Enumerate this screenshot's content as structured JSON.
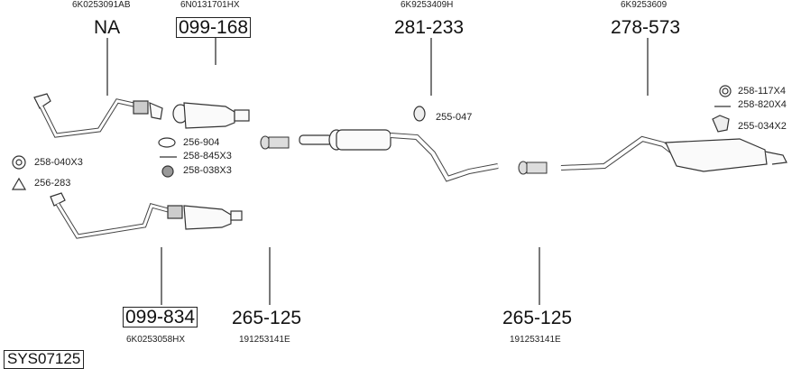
{
  "system_code": "SYS07125",
  "callouts": [
    {
      "id": "front-pipe-upper",
      "oem": "6K0253091AB",
      "part": "NA",
      "boxed": false
    },
    {
      "id": "catalyst-upper",
      "oem": "6N0131701HX",
      "part": "099-168",
      "boxed": true
    },
    {
      "id": "center-silencer",
      "oem": "6K9253409H",
      "part": "281-233",
      "boxed": false
    },
    {
      "id": "rear-silencer",
      "oem": "6K9253609",
      "part": "278-573",
      "boxed": false
    },
    {
      "id": "catalyst-lower",
      "oem": "6K0253058HX",
      "part": "099-834",
      "boxed": true
    },
    {
      "id": "clamp-left",
      "oem": "191253141E",
      "part": "265-125",
      "boxed": false
    },
    {
      "id": "clamp-right",
      "oem": "191253141E",
      "part": "265-125",
      "boxed": false
    }
  ],
  "accessories": [
    {
      "code": "258-117X4",
      "icon": "washer-ring-icon"
    },
    {
      "code": "258-820X4",
      "icon": "bolt-icon"
    },
    {
      "code": "255-034X2",
      "icon": "rubber-mount-icon"
    },
    {
      "code": "255-047",
      "icon": "rubber-hanger-icon"
    },
    {
      "code": "256-904",
      "icon": "gasket-ring-icon"
    },
    {
      "code": "258-845X3",
      "icon": "stud-bolt-icon"
    },
    {
      "code": "258-038X3",
      "icon": "flange-nut-icon"
    },
    {
      "code": "258-040X3",
      "icon": "hex-nut-icon"
    },
    {
      "code": "256-283",
      "icon": "triangle-gasket-icon"
    }
  ]
}
